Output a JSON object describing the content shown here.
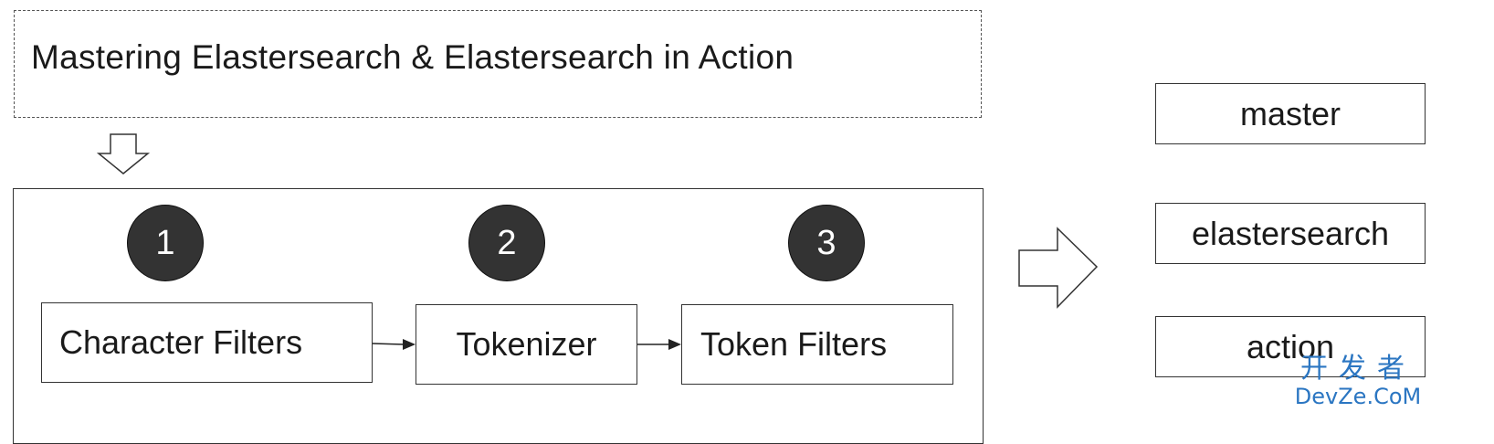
{
  "input": {
    "text": "Mastering Elastersearch & Elastersearch in Action"
  },
  "analyzer": {
    "steps": [
      {
        "number": "1",
        "label": "Character Filters"
      },
      {
        "number": "2",
        "label": "Tokenizer"
      },
      {
        "number": "3",
        "label": "Token Filters"
      }
    ]
  },
  "output": {
    "tokens": [
      "master",
      "elastersearch",
      "action"
    ]
  },
  "watermark": {
    "cn": "开发者",
    "en": "DevZe.CoM",
    "color": "#2b76c2"
  },
  "icons": {
    "down_arrow": "hollow-down-arrow-icon",
    "right_arrow": "hollow-right-arrow-icon"
  }
}
